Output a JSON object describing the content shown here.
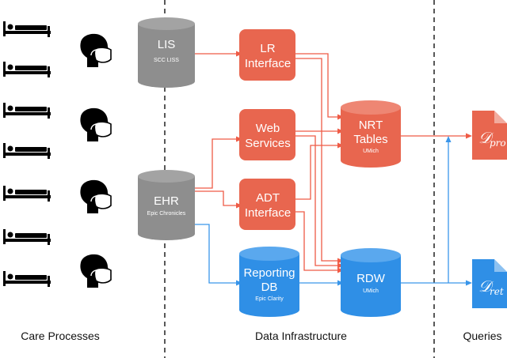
{
  "columns": {
    "care": "Care Processes",
    "infra": "Data Infrastructure",
    "queries": "Queries"
  },
  "icons": {
    "bed": "hospital-bed-icon",
    "person": "masked-person-icon",
    "doc": "document-icon"
  },
  "colors": {
    "gray": "#8e8e8e",
    "red": "#e8664f",
    "blue": "#2f8fe6",
    "red_line": "#ef5b46",
    "blue_line": "#3a96ea"
  },
  "systems": {
    "lis": {
      "name": "LIS",
      "sub": "SCC LISS"
    },
    "ehr": {
      "name": "EHR",
      "sub": "Epic Chronicles"
    },
    "lr": {
      "line1": "LR",
      "line2": "Interface"
    },
    "web": {
      "line1": "Web",
      "line2": "Services"
    },
    "adt": {
      "line1": "ADT",
      "line2": "Interface"
    },
    "nrt": {
      "line1": "NRT",
      "line2": "Tables",
      "sub": "UMich"
    },
    "rdw": {
      "name": "RDW",
      "sub": "UMich"
    },
    "reporting": {
      "line1": "Reporting",
      "line2": "DB",
      "sub": "Epic Clarity"
    }
  },
  "queries": {
    "pro": {
      "symbol": "𝒟",
      "sub": "pro"
    },
    "ret": {
      "symbol": "𝒟",
      "sub": "ret"
    }
  }
}
